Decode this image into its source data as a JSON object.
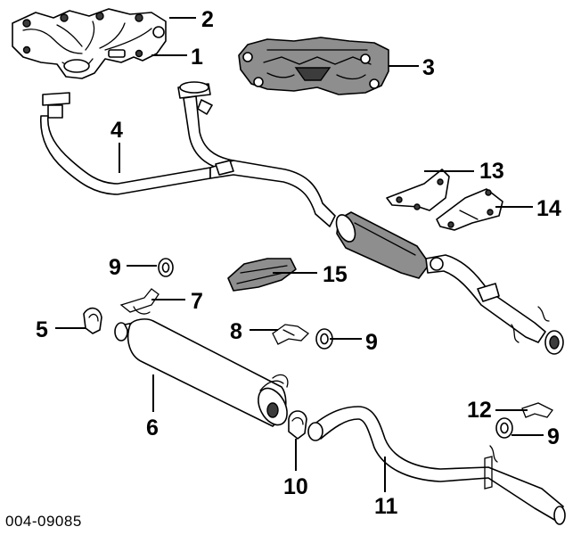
{
  "diagram": {
    "figure_code": "004-09085",
    "callouts": {
      "c1": "1",
      "c2": "2",
      "c3": "3",
      "c4": "4",
      "c5": "5",
      "c6": "6",
      "c7": "7",
      "c8": "8",
      "c9a": "9",
      "c9b": "9",
      "c9c": "9",
      "c10": "10",
      "c11": "11",
      "c12": "12",
      "c13": "13",
      "c14": "14",
      "c15": "15"
    }
  }
}
